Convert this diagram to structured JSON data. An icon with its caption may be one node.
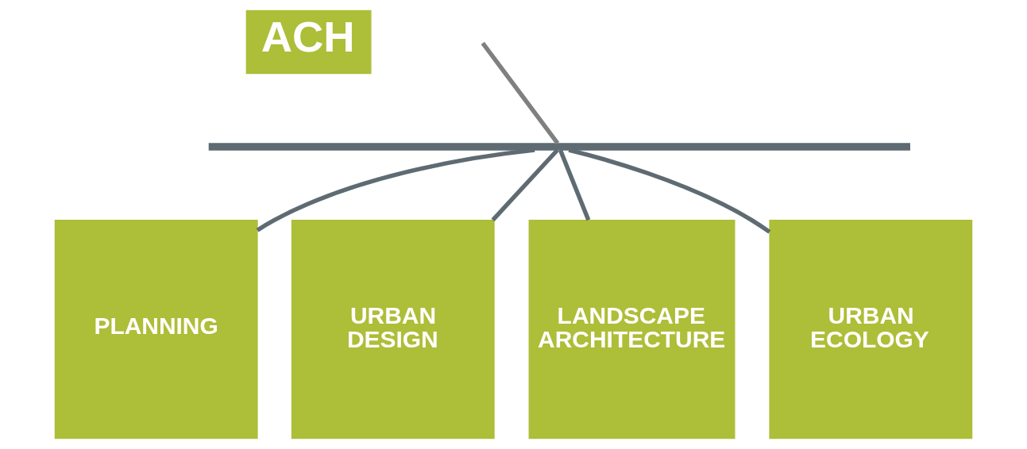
{
  "diagram": {
    "nodes": [
      {
        "text": [
          "ACH"
        ]
      },
      {
        "text": [
          "PLANNING"
        ]
      },
      {
        "text": [
          "URBAN DESIGN"
        ]
      },
      {
        "text": [
          "LANDSCAPE ARCHITECTURE"
        ]
      },
      {
        "text": [
          "URBAN ECOLOGY"
        ]
      },
      {
        "text": [],
        "shape": "bar"
      }
    ],
    "edges": [
      {
        "from": null,
        "to": 5,
        "arrow": "none",
        "color": "#808080"
      },
      {
        "from": 5,
        "to": 1,
        "arrow": "none"
      },
      {
        "from": 5,
        "to": 2,
        "arrow": "none"
      },
      {
        "from": 5,
        "to": 3,
        "arrow": "none"
      },
      {
        "from": 5,
        "to": 4,
        "arrow": "none"
      }
    ]
  }
}
